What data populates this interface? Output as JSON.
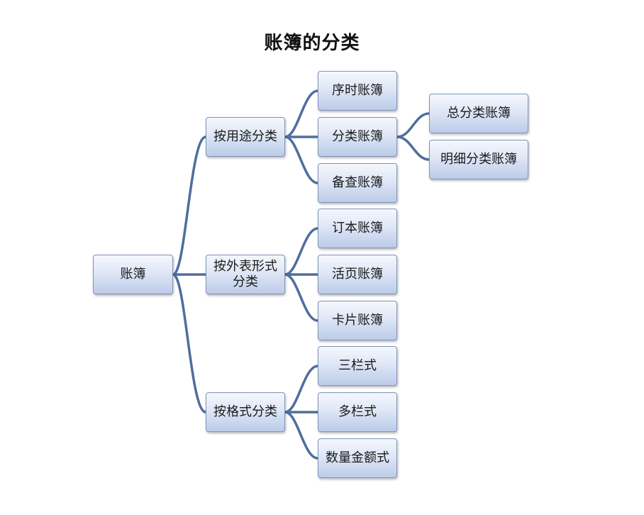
{
  "title": "账簿的分类",
  "colors": {
    "connector": "#4f6e9c",
    "node_border": "#7f95b8"
  },
  "root": {
    "label": "账簿"
  },
  "groups": [
    {
      "label": "按用途分类",
      "children": [
        {
          "label": "序时账簿"
        },
        {
          "label": "分类账簿",
          "children": [
            {
              "label": "总分类账簿"
            },
            {
              "label": "明细分类账簿"
            }
          ]
        },
        {
          "label": "备查账簿"
        }
      ]
    },
    {
      "label": "按外表形式\n分类",
      "children": [
        {
          "label": "订本账簿"
        },
        {
          "label": "活页账簿"
        },
        {
          "label": "卡片账簿"
        }
      ]
    },
    {
      "label": "按格式分类",
      "children": [
        {
          "label": "三栏式"
        },
        {
          "label": "多栏式"
        },
        {
          "label": "数量金额式"
        }
      ]
    }
  ]
}
